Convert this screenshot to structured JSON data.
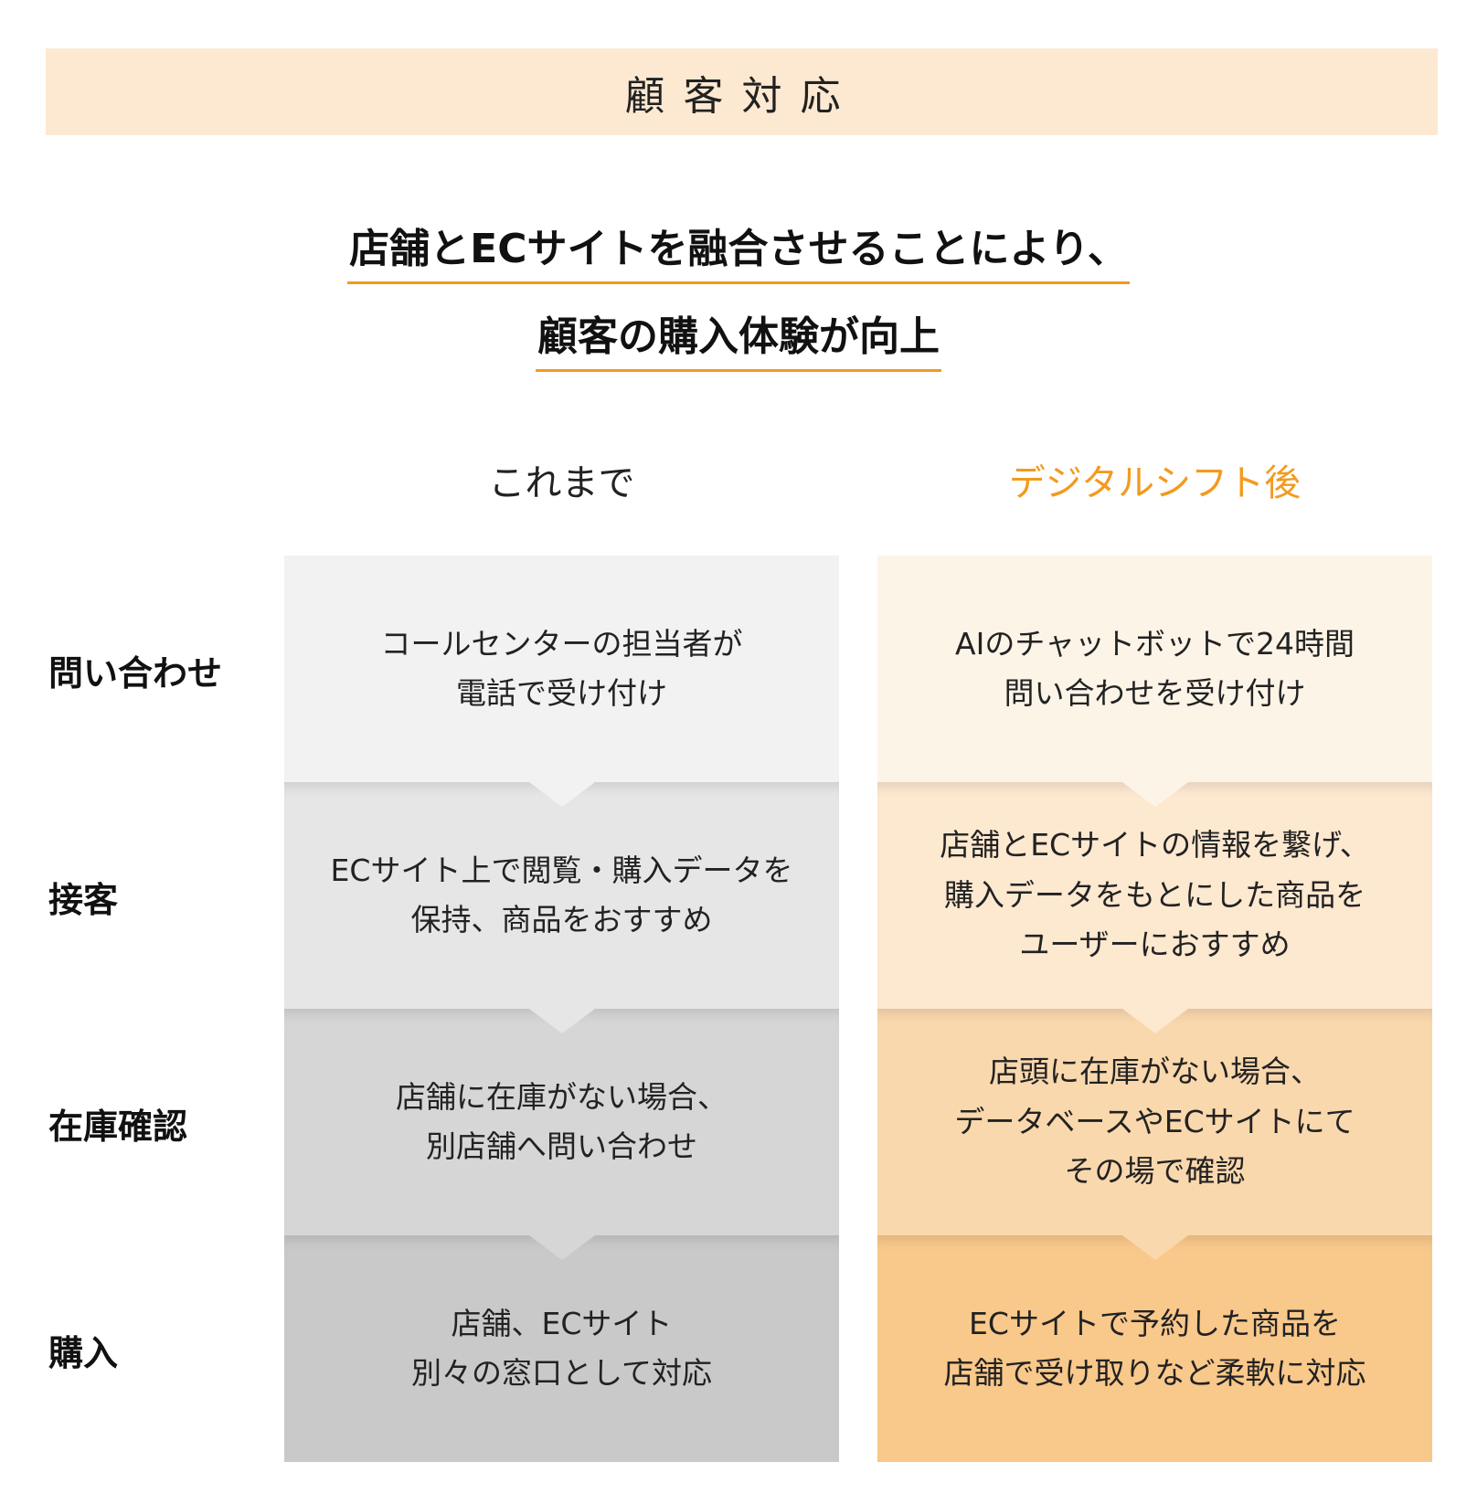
{
  "banner": {
    "title": "顧客対応"
  },
  "headline": {
    "line1": "店舗とECサイトを融合させることにより、",
    "line2": "顧客の購入体験が向上"
  },
  "columns": {
    "before": "これまで",
    "after": "デジタルシフト後"
  },
  "colors": {
    "accent": "#f39a1e",
    "banner": "#fde9d1",
    "before": [
      "#f2f2f2",
      "#e6e6e6",
      "#d6d6d6",
      "#c9c9c9"
    ],
    "after": [
      "#fdf4e8",
      "#fde8d0",
      "#fad8ad",
      "#f9c88b"
    ]
  },
  "rows": [
    {
      "label": "問い合わせ",
      "before": "コールセンターの担当者が\n電話で受け付け",
      "after": "AIのチャットボットで24時間\n問い合わせを受け付け"
    },
    {
      "label": "接客",
      "before": "ECサイト上で閲覧・購入データを\n保持、商品をおすすめ",
      "after": "店舗とECサイトの情報を繋げ、\n購入データをもとにした商品を\nユーザーにおすすめ"
    },
    {
      "label": "在庫確認",
      "before": "店舗に在庫がない場合、\n別店舗へ問い合わせ",
      "after": "店頭に在庫がない場合、\nデータベースやECサイトにて\nその場で確認"
    },
    {
      "label": "購入",
      "before": "店舗、ECサイト\n別々の窓口として対応",
      "after": "ECサイトで予約した商品を\n店舗で受け取りなど柔軟に対応"
    }
  ]
}
